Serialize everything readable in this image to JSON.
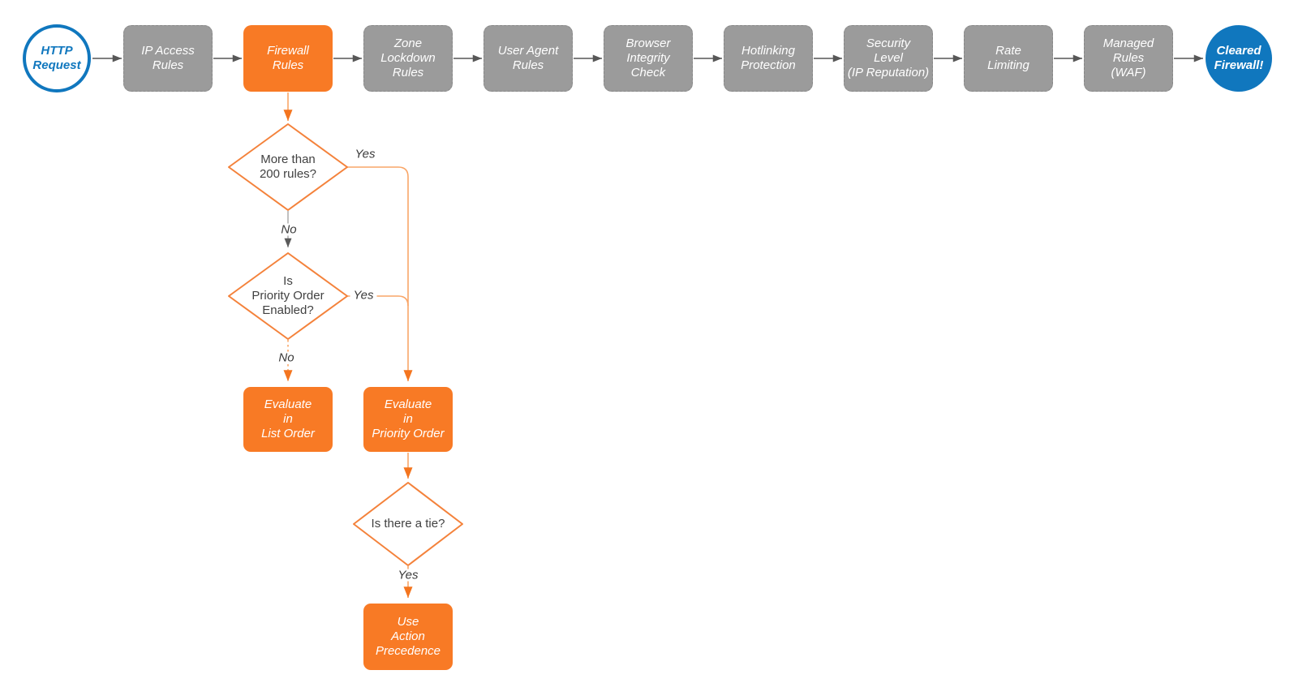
{
  "diagram": {
    "title": "Firewall request evaluation flowchart",
    "start": {
      "label": "HTTP\nRequest"
    },
    "pipeline": [
      {
        "label": "IP Access\nRules"
      },
      {
        "label": "Firewall\nRules"
      },
      {
        "label": "Zone\nLockdown\nRules"
      },
      {
        "label": "User Agent\nRules"
      },
      {
        "label": "Browser\nIntegrity\nCheck"
      },
      {
        "label": "Hotlinking\nProtection"
      },
      {
        "label": "Security\nLevel\n(IP Reputation)"
      },
      {
        "label": "Rate\nLimiting"
      },
      {
        "label": "Managed\nRules\n(WAF)"
      }
    ],
    "end": {
      "label": "Cleared\nFirewall!"
    },
    "branch": {
      "more_than_200": {
        "label": "More than\n200 rules?",
        "yes_label": "Yes",
        "no_label": "No"
      },
      "priority_enabled": {
        "label": "Is\nPriority Order\nEnabled?",
        "yes_label": "Yes",
        "no_label": "No"
      },
      "evaluate_list_order": {
        "label": "Evaluate\nin\nList Order"
      },
      "evaluate_priority_order": {
        "label": "Evaluate\nin\nPriority Order"
      },
      "tie": {
        "label": "Is there a tie?",
        "yes_label": "Yes"
      },
      "use_action_precedence": {
        "label": "Use\nAction\nPrecedence"
      }
    },
    "colors": {
      "orange_fill": "#F87A25",
      "orange_stroke": "#F4823B",
      "orange_line": "#F9A668",
      "orange_arrowhead": "#F4751F",
      "blue": "#1077BE",
      "gray_node_fill": "#9B9B9B",
      "gray_arrow": "#575757",
      "text_dark": "#414141"
    }
  }
}
